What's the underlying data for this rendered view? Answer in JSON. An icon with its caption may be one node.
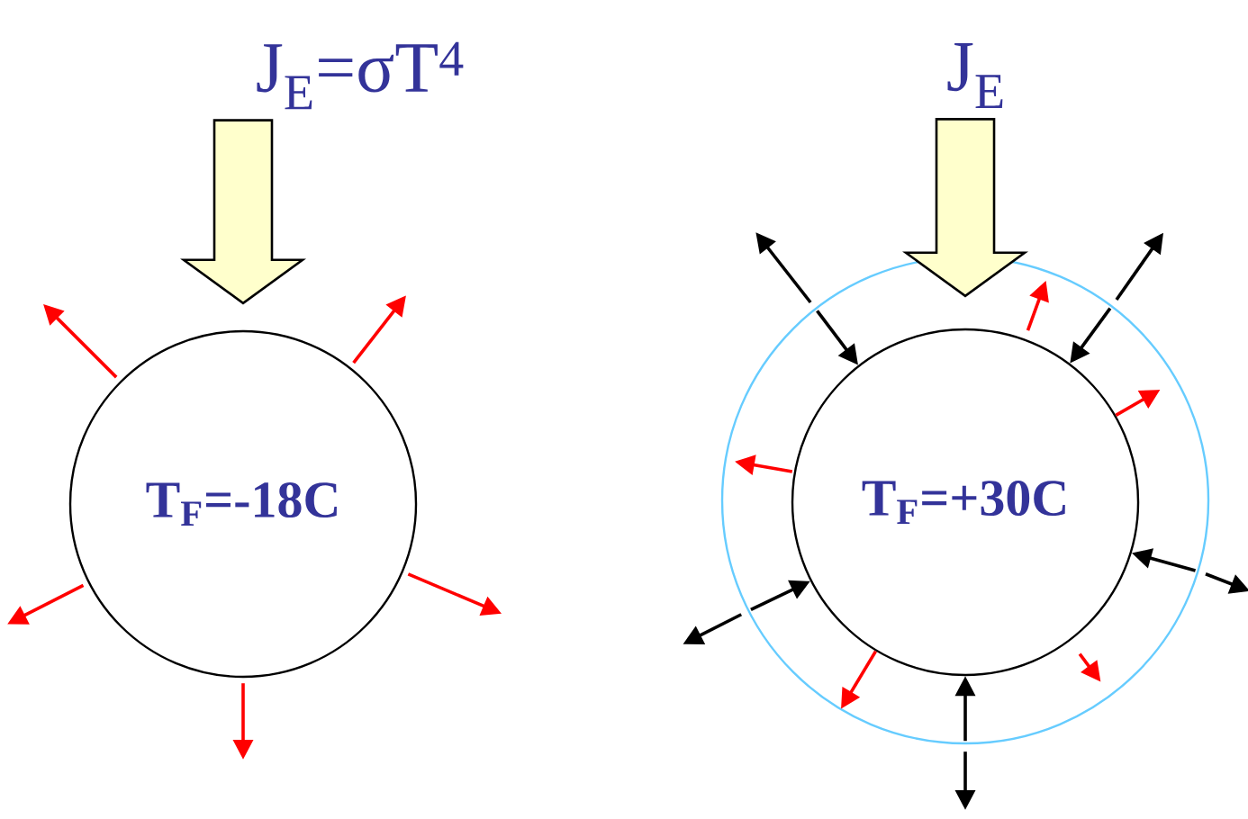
{
  "diagram": {
    "nodes": [
      {
        "text": [
          "J$_{E}$=σT$^{4}$"
        ]
      },
      {
        "text": [
          "T$_{F}$=-18C"
        ]
      },
      {
        "text": [
          "J$_{E}$"
        ]
      },
      {
        "text": [],
        "shape": "circle"
      },
      {
        "text": [
          "T$_{F}$=+30C"
        ],
        "in": 3
      }
    ],
    "edges": [
      {
        "from": 0,
        "to": 1,
        "arrow": "to",
        "style": "thick",
        "color": "#ffffcc"
      },
      {
        "from": 1,
        "to": null,
        "arrow": "to",
        "color": "#ff0000"
      },
      {
        "from": 1,
        "to": null,
        "arrow": "to",
        "color": "#ff0000"
      },
      {
        "from": 1,
        "to": null,
        "arrow": "to",
        "color": "#ff0000"
      },
      {
        "from": 1,
        "to": null,
        "arrow": "to",
        "color": "#ff0000"
      },
      {
        "from": 1,
        "to": null,
        "arrow": "to",
        "color": "#ff0000"
      },
      {
        "from": 2,
        "to": 3,
        "arrow": "to",
        "style": "thick",
        "color": "#ffffcc"
      },
      {
        "from": 3,
        "to": null,
        "arrow": "to",
        "color": "#000000"
      },
      {
        "from": 3,
        "to": 4,
        "arrow": "to",
        "color": "#000000"
      },
      {
        "from": 3,
        "to": null,
        "arrow": "to",
        "color": "#000000"
      },
      {
        "from": 3,
        "to": 4,
        "arrow": "to",
        "color": "#000000"
      },
      {
        "from": 3,
        "to": null,
        "arrow": "to",
        "color": "#000000"
      },
      {
        "from": 3,
        "to": 4,
        "arrow": "to",
        "color": "#000000"
      },
      {
        "from": 3,
        "to": null,
        "arrow": "to",
        "color": "#000000"
      },
      {
        "from": 3,
        "to": 4,
        "arrow": "to",
        "color": "#000000"
      },
      {
        "from": 3,
        "to": null,
        "arrow": "to",
        "color": "#000000"
      },
      {
        "from": 3,
        "to": 4,
        "arrow": "to",
        "color": "#000000"
      },
      {
        "from": 4,
        "to": null,
        "arrow": "to",
        "color": "#ff0000"
      },
      {
        "from": 4,
        "to": null,
        "arrow": "to",
        "color": "#ff0000"
      },
      {
        "from": 4,
        "to": null,
        "arrow": "to",
        "color": "#ff0000"
      },
      {
        "from": 4,
        "to": null,
        "arrow": "to",
        "color": "#ff0000"
      },
      {
        "from": 4,
        "to": null,
        "arrow": "to",
        "color": "#ff0000"
      }
    ]
  }
}
